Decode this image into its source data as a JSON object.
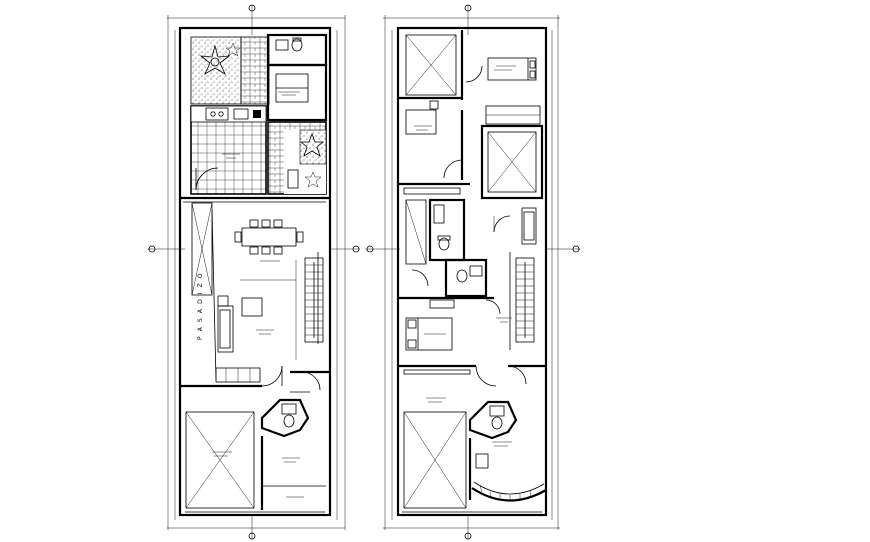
{
  "drawing": {
    "title": "",
    "plans": [
      {
        "id": "ground-floor",
        "vertical_label": "P A S A D I Z O"
      },
      {
        "id": "upper-floor",
        "vertical_label": ""
      }
    ]
  }
}
